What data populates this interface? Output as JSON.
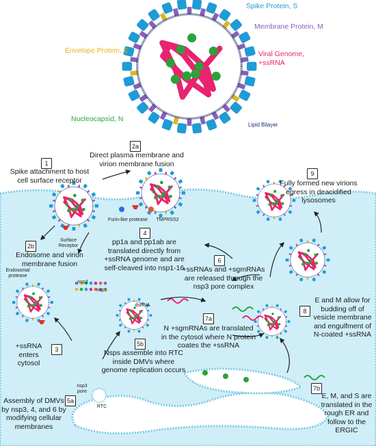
{
  "colors": {
    "spike": "#1f9bd6",
    "membrane": "#8b5fb8",
    "envelope": "#e1b520",
    "genome": "#e8236f",
    "nucleocapsid": "#2aa33b",
    "cytosol": "#cfeef8",
    "outline": "#7cc6e6",
    "protease": "#e5592f"
  },
  "virion_labels": {
    "spike": "Spike Protein, S",
    "membrane": "Membrane Protein, M",
    "envelope": "Envelope Protein, E",
    "genome": "Viral Genome, +ssRNA",
    "nucleocapsid": "Nucleocapsid, N",
    "bilayer": "Lipid Bilayer"
  },
  "steps": [
    {
      "num": "1",
      "text": "Spike attachment to host cell surface receptor"
    },
    {
      "num": "2a",
      "text": "Direct plasma membrane and virion membrane fusion"
    },
    {
      "num": "2b",
      "text": "Endosome and virion membrane fusion"
    },
    {
      "num": "3",
      "text": "+ssRNA enters cytosol"
    },
    {
      "num": "4",
      "text": "pp1a and pp1ab are translated directly from +ssRNA genome and are self-cleaved into nsp1-16"
    },
    {
      "num": "5a",
      "text": "Assembly of DMVs by nsp3, 4, and 6 by modifying cellular membranes"
    },
    {
      "num": "5b",
      "text": "Nsps assemble into RTC inside DMVs where genome replication occurs"
    },
    {
      "num": "6",
      "text": "+ssRNAs and +sgmRNAs are released through the nsp3 pore complex"
    },
    {
      "num": "7a",
      "text": "N +sgmRNAs are translated in the cytosol where N protein coates the +ssRNA"
    },
    {
      "num": "7b",
      "text": "E, M, and S are translated in the rough ER and follow to the ERGIC"
    },
    {
      "num": "8",
      "text": "E and M allow for budding off of vesicle membrane and engulfment of N-coated +ssRNA"
    },
    {
      "num": "9",
      "text": "Fully formed new virions egress in deacidified lysosomes"
    }
  ],
  "small_labels": {
    "surface_receptor": "Surface Receptor",
    "furin": "Furin-like protease",
    "tmprss2": "TMPRSS2",
    "endosomal_protease": "Endosomal protease",
    "nsp3": "nsp3",
    "nsp5": "nsp5",
    "dsrna": "dsRNA",
    "nsp3_pore": "nsp3 pore",
    "rtc": "RTC"
  }
}
